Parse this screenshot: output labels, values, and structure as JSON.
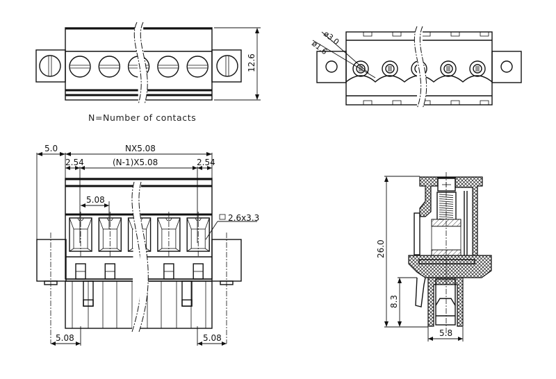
{
  "title": "Pluggable terminal block connector — dimension drawing",
  "note": "N=Number of contacts",
  "views": {
    "top": {
      "height_dim": "12.6"
    },
    "bottom": {
      "hole_large": "ø3.0",
      "hole_small": "ø1.6"
    },
    "front": {
      "flange": "5.0",
      "overall": "NX5.08",
      "edge_left": "2.54",
      "span": "(N-1)X5.08",
      "edge_right": "2.54",
      "pitch": "5.08",
      "square_pin": "2.6x3.3",
      "bottom_left": "5.08",
      "bottom_right": "5.08"
    },
    "side": {
      "height": "26.0",
      "pin_height": "8.3",
      "width": "5.8"
    }
  },
  "diagram": {
    "contacts_shown": 5,
    "line_color": "#111111",
    "background": "#ffffff"
  }
}
